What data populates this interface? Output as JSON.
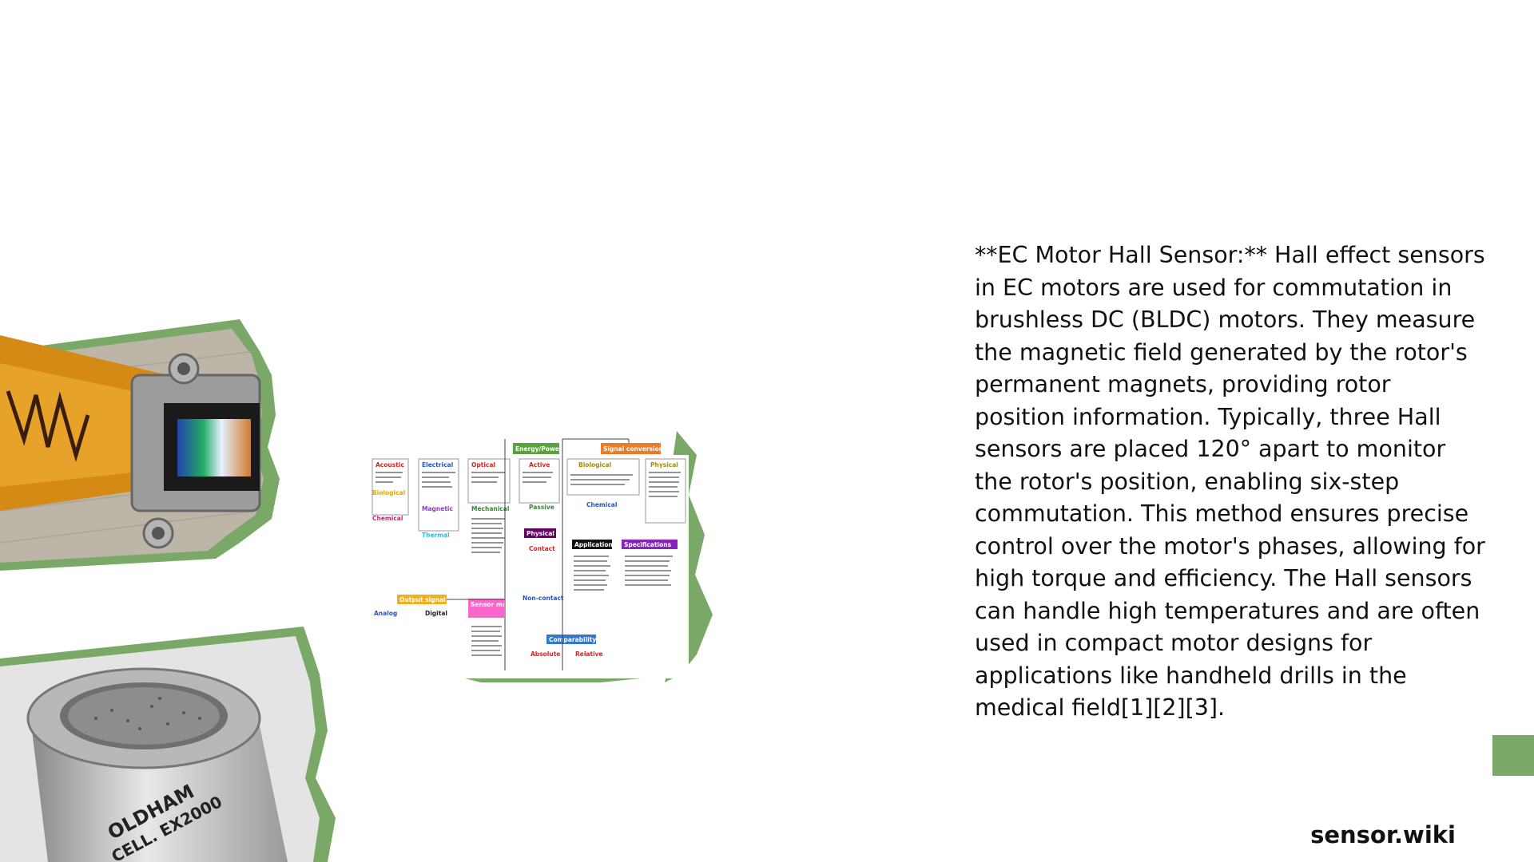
{
  "article": {
    "text": "**EC Motor Hall Sensor:** Hall effect sensors in EC motors are used for commutation in brushless DC (BLDC) motors. They measure the magnetic field generated by the rotor's permanent magnets, providing rotor position information. Typically, three Hall sensors are placed 120° apart to monitor the rotor's position, enabling six-step commutation. This method ensures precise control over the motor's phases, allowing for high torque and efficiency. The Hall sensors can handle high temperatures and are often used in compact motor designs for applications like handheld drills in the medical field[1][2][3]."
  },
  "brand": {
    "name": "sensor.wiki"
  },
  "colors": {
    "accent_green": "#7aa866",
    "text": "#111111"
  },
  "diagram": {
    "header_energy": "Energy/Power",
    "header_signal": "Signal conversion",
    "acoustic": "Acoustic",
    "electrical": "Electrical",
    "optical": "Optical",
    "active": "Active",
    "biological": "Biological",
    "physical_col": "Physical",
    "magnetic": "Magnetic",
    "mechanical": "Mechanical",
    "passive": "Passive",
    "chemical_col": "Chemical",
    "chemical_left": "Chemical",
    "thermal": "Thermal",
    "physical_mid": "Physical",
    "application": "Application",
    "specifications": "Specifications",
    "contact": "Contact",
    "output_signal": "Output signal",
    "non_contact": "Non-contact",
    "analog": "Analog",
    "digital": "Digital",
    "sensor_material": "Sensor material",
    "comparability": "Comparability",
    "absolute": "Absolute",
    "relative": "Relative",
    "camera_label": "OLDHAM",
    "cell_label": "CELL. EX2000"
  }
}
